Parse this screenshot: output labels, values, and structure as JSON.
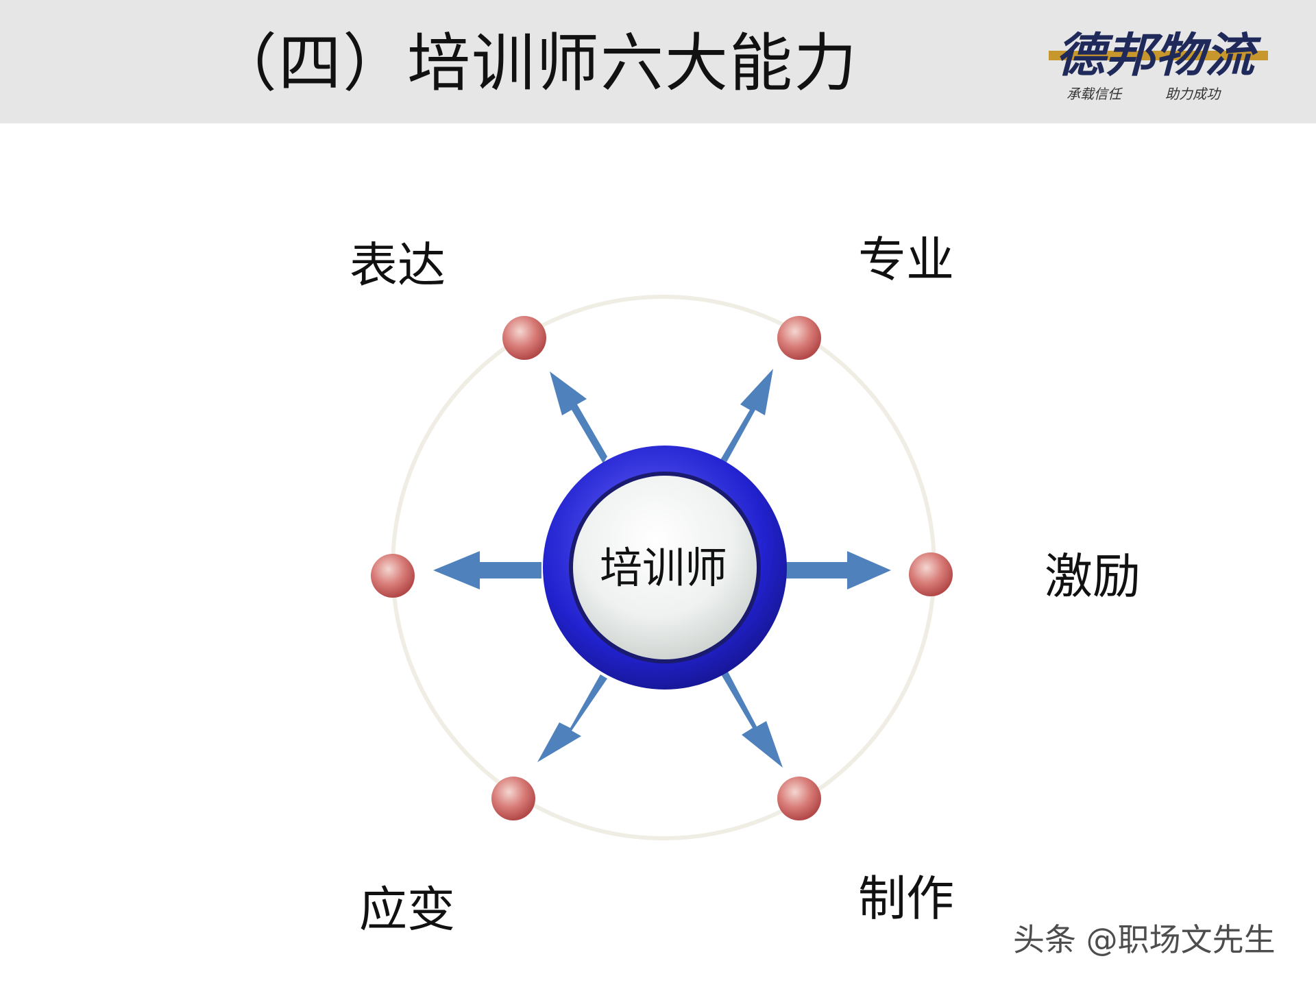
{
  "header": {
    "title": "（四）培训师六大能力"
  },
  "logo": {
    "brand": "德邦物流",
    "slogan_left": "承载信任",
    "slogan_right": "助力成功"
  },
  "diagram": {
    "center_label": "培训师",
    "abilities": [
      {
        "label": "表达",
        "position": "top-left"
      },
      {
        "label": "专业",
        "position": "top-right"
      },
      {
        "label": "激励",
        "position": "right"
      },
      {
        "label": "制作",
        "position": "bottom-right"
      },
      {
        "label": "应变",
        "position": "bottom-left"
      }
    ]
  },
  "watermark": {
    "text": "头条 @职场文先生"
  },
  "colors": {
    "header_bg": "#e6e6e6",
    "ring": "#efede4",
    "arrow": "#4f81bd",
    "node": "#d06868",
    "hub_ring": "#2a2ad8",
    "logo_gold": "#c7962c",
    "logo_navy": "#1f2a5a"
  }
}
